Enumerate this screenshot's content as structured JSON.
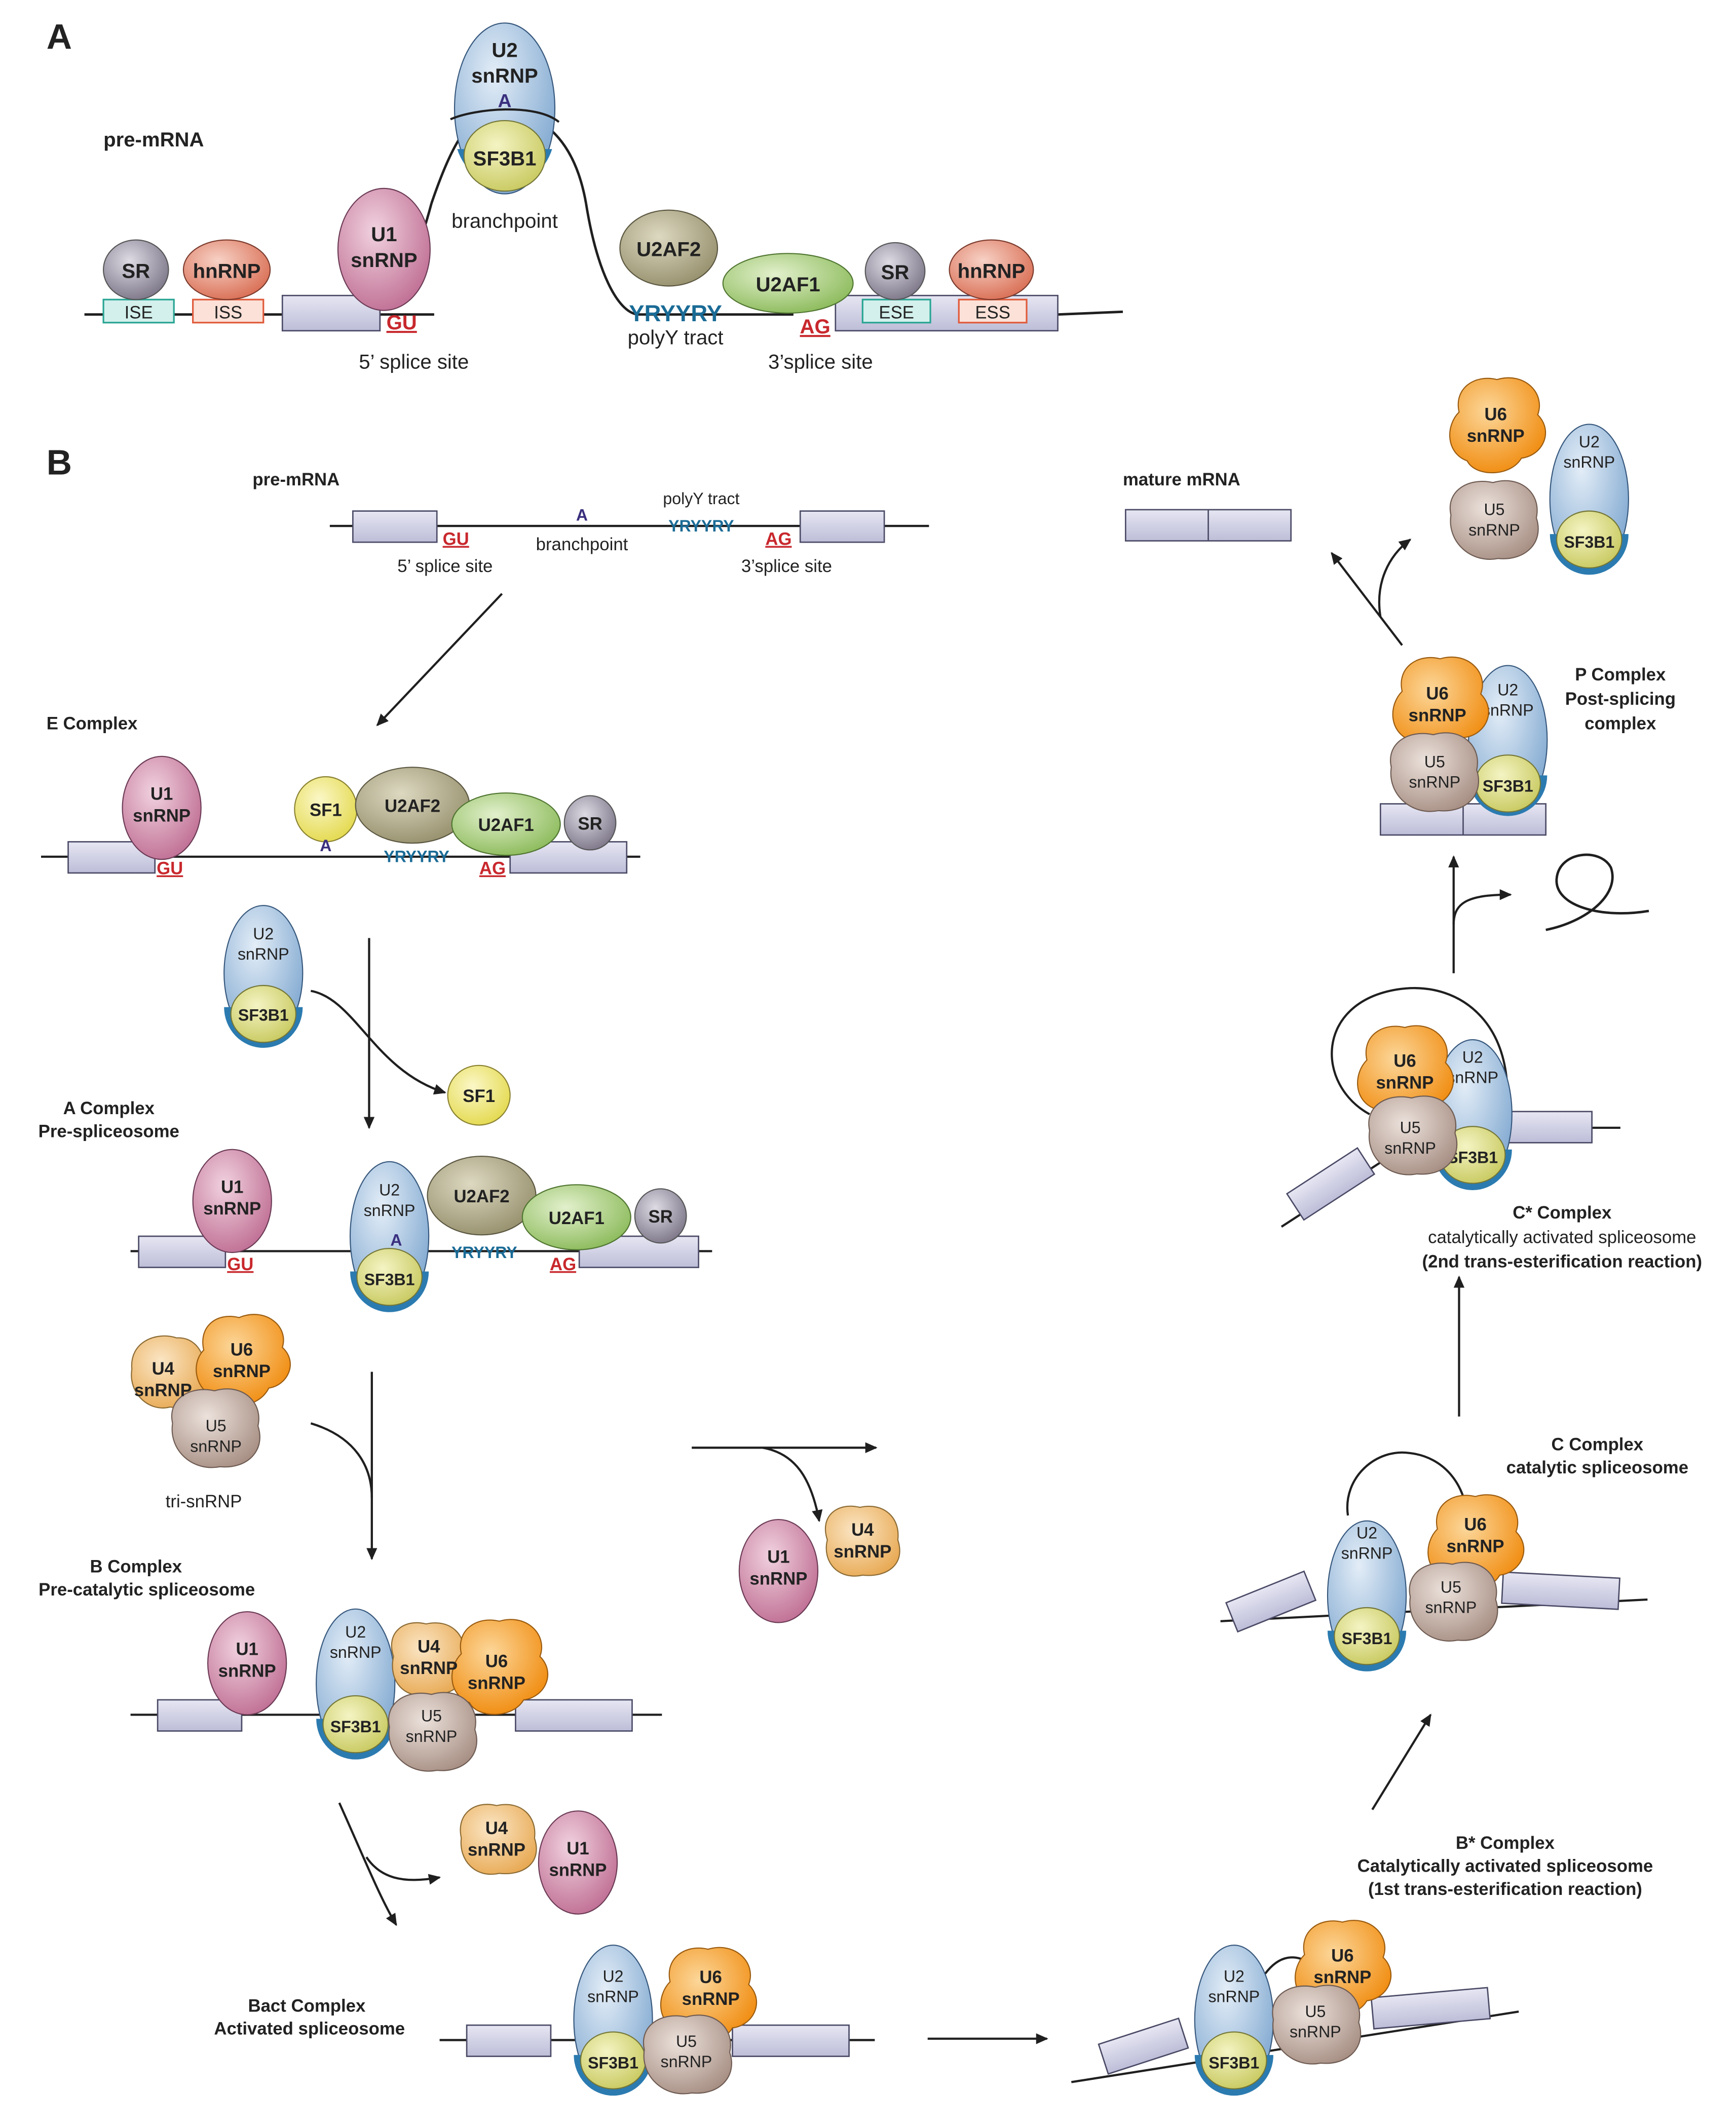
{
  "colors": {
    "exon": "#cfcfe6",
    "rna_line": "#1f1f1f",
    "u1": "#c67b9c",
    "u2": "#8fb2d6",
    "sf3b1": "#d7d883",
    "sf3b1_base": "#2b7bb0",
    "u2af2": "#a49f7d",
    "u2af1": "#9bc56d",
    "sr": "#8c8796",
    "hnrnp": "#e2826b",
    "sf1": "#e9e26a",
    "u4": "#efbc72",
    "u6": "#f59a1f",
    "u5": "#b39f96",
    "splice_site_text": "#c8282d",
    "polyY_text": "#1a6b96",
    "branch_A": "#3a2f7e",
    "ise_ese_box": "#37b5a6",
    "iss_ess_box": "#e76d4d"
  },
  "panel_a": {
    "letter": "A",
    "title": "pre-mRNA",
    "sr_left": "SR",
    "hnrnp_left": "hnRNP",
    "ise": "ISE",
    "iss": "ISS",
    "u1_line1": "U1",
    "u1_line2": "snRNP",
    "gu": "GU",
    "five_ss": "5’ splice site",
    "u2_line1": "U2",
    "u2_line2": "snRNP",
    "branch_a": "A",
    "sf3b1": "SF3B1",
    "branchpoint": "branchpoint",
    "u2af2": "U2AF2",
    "u2af1": "U2AF1",
    "polyY_seq": "YRYYRY",
    "polyY_tract": "polyY tract",
    "ag": "AG",
    "three_ss": "3’splice site",
    "sr_right": "SR",
    "hnrnp_right": "hnRNP",
    "ese": "ESE",
    "ess": "ESS"
  },
  "panel_b": {
    "letter": "B",
    "premrna": {
      "title": "pre-mRNA",
      "gu": "GU",
      "a": "A",
      "polyY_tract": "polyY tract",
      "polyY_seq": "YRYYRY",
      "ag": "AG",
      "five_ss": "5’ splice site",
      "branchpoint": "branchpoint",
      "three_ss": "3’splice site"
    },
    "mature": {
      "title": "mature mRNA"
    },
    "released_final": {
      "u6": [
        "U6",
        "snRNP"
      ],
      "u2": [
        "U2",
        "snRNP"
      ],
      "u5": [
        "U5",
        "snRNP"
      ],
      "sf3b1": "SF3B1"
    },
    "e_complex": {
      "title": "E Complex",
      "u1": [
        "U1",
        "snRNP"
      ],
      "sf1": "SF1",
      "u2af2": "U2AF2",
      "u2af1": "U2AF1",
      "sr": "SR",
      "a": "A",
      "polyY_seq": "YRYYRY",
      "gu": "GU",
      "ag": "AG"
    },
    "step_u2": {
      "u2": [
        "U2",
        "snRNP"
      ],
      "sf3b1": "SF3B1",
      "released_sf1": "SF1"
    },
    "a_complex": {
      "title": [
        "A Complex",
        "Pre-spliceosome"
      ],
      "u1": [
        "U1",
        "snRNP"
      ],
      "u2": [
        "U2",
        "snRNP"
      ],
      "a": "A",
      "sf3b1": "SF3B1",
      "u2af2": "U2AF2",
      "u2af1": "U2AF1",
      "sr": "SR",
      "polyY_seq": "YRYYRY",
      "gu": "GU",
      "ag": "AG"
    },
    "tri_snrnp": {
      "u4": [
        "U4",
        "snRNP"
      ],
      "u6": [
        "U6",
        "snRNP"
      ],
      "u5": [
        "U5",
        "snRNP"
      ],
      "label": "tri-snRNP"
    },
    "b_complex": {
      "title": [
        "B Complex",
        "Pre-catalytic spliceosome"
      ],
      "u1": [
        "U1",
        "snRNP"
      ],
      "u2": [
        "U2",
        "snRNP"
      ],
      "sf3b1": "SF3B1",
      "u4": [
        "U4",
        "snRNP"
      ],
      "u6": [
        "U6",
        "snRNP"
      ],
      "u5": [
        "U5",
        "snRNP"
      ]
    },
    "released_u1_u4_mid": {
      "u1": [
        "U1",
        "snRNP"
      ],
      "u4": [
        "U4",
        "snRNP"
      ]
    },
    "released_u4_u1_low": {
      "u4": [
        "U4",
        "snRNP"
      ],
      "u1": [
        "U1",
        "snRNP"
      ]
    },
    "bact_complex": {
      "title": [
        "Bact Complex",
        "Activated spliceosome"
      ],
      "u2": [
        "U2",
        "snRNP"
      ],
      "u6": [
        "U6",
        "snRNP"
      ],
      "u5": [
        "U5",
        "snRNP"
      ],
      "sf3b1": "SF3B1"
    },
    "bstar_complex": {
      "title": [
        "B* Complex",
        "Catalytically activated spliceosome",
        "(1st trans-esterification reaction)"
      ],
      "u2": [
        "U2",
        "snRNP"
      ],
      "u6": [
        "U6",
        "snRNP"
      ],
      "u5": [
        "U5",
        "snRNP"
      ],
      "sf3b1": "SF3B1"
    },
    "c_complex": {
      "title": [
        "C Complex",
        "catalytic spliceosome"
      ],
      "u2": [
        "U2",
        "snRNP"
      ],
      "u6": [
        "U6",
        "snRNP"
      ],
      "u5": [
        "U5",
        "snRNP"
      ],
      "sf3b1": "SF3B1"
    },
    "cstar_complex": {
      "title": [
        "C* Complex",
        "catalytically activated spliceosome",
        "(2nd trans-esterification reaction)"
      ],
      "u2": [
        "U2",
        "snRNP"
      ],
      "u6": [
        "U6",
        "snRNP"
      ],
      "u5": [
        "U5",
        "snRNP"
      ],
      "sf3b1": "SF3B1"
    },
    "p_complex": {
      "title": [
        "P Complex",
        "Post-splicing",
        "complex"
      ],
      "u2": [
        "U2",
        "snRNP"
      ],
      "u6": [
        "U6",
        "snRNP"
      ],
      "u5": [
        "U5",
        "snRNP"
      ],
      "sf3b1": "SF3B1"
    }
  }
}
